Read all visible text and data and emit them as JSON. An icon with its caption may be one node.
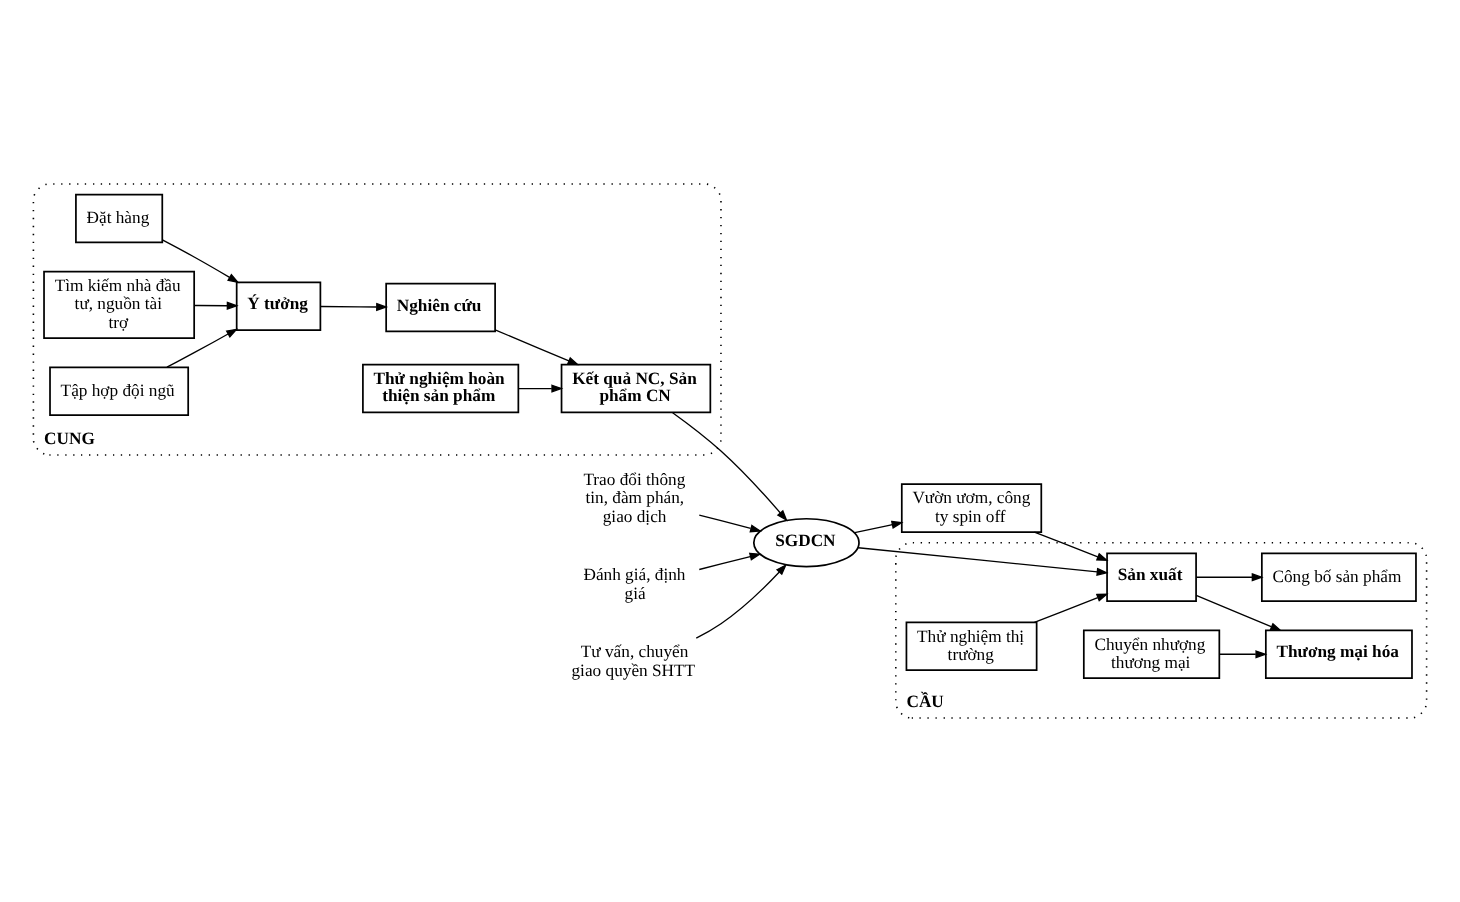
{
  "diagram": {
    "nodes": [
      {
        "text": [
          "CUNG"
        ]
      },
      {
        "text": [
          "Đặt hàng"
        ],
        "in": 0
      },
      {
        "text": [
          "Tìm kiếm nhà đầu tư, nguồn tài trợ"
        ],
        "in": 0
      },
      {
        "text": [
          "Tập hợp đội ngũ"
        ],
        "in": 0
      },
      {
        "text": [
          "Ý tưởng"
        ],
        "in": 0
      },
      {
        "text": [
          "Nghiên cứu"
        ],
        "in": 0
      },
      {
        "text": [
          "Thử nghiệm hoàn thiện sản phẩm"
        ],
        "in": 0
      },
      {
        "text": [
          "Kết quả NC, Sản phẩm CN"
        ],
        "in": 0
      },
      {
        "text": [
          "SGDCN"
        ]
      },
      {
        "text": [
          "Vườn ươm, công ty spin off"
        ]
      },
      {
        "text": [
          "CẦU"
        ]
      },
      {
        "text": [
          "Thử nghiệm thị trường"
        ],
        "in": 10
      },
      {
        "text": [
          "Sản xuất"
        ],
        "in": 10
      },
      {
        "text": [
          "Công bố sản phẩm"
        ],
        "in": 10
      },
      {
        "text": [
          "Chuyển nhượng thương mại"
        ],
        "in": 10
      },
      {
        "text": [
          "Thương mại hóa"
        ],
        "in": 10
      },
      {
        "text": [
          "Trao đổi thông tin, đàm phán, giao dịch"
        ]
      },
      {
        "text": [
          "Đánh giá, định giá"
        ]
      },
      {
        "text": [
          "Tư vấn, chuyển giao quyền SHTT"
        ]
      }
    ],
    "edges": [
      {
        "from": 1,
        "to": 4,
        "arrow": "to"
      },
      {
        "from": 2,
        "to": 4,
        "arrow": "to"
      },
      {
        "from": 3,
        "to": 4,
        "arrow": "to"
      },
      {
        "from": 4,
        "to": 5,
        "arrow": "to"
      },
      {
        "from": 5,
        "to": 7,
        "arrow": "to"
      },
      {
        "from": 6,
        "to": 7,
        "arrow": "to"
      },
      {
        "from": 7,
        "to": 8,
        "arrow": "to"
      },
      {
        "from": 16,
        "to": 8,
        "arrow": "to"
      },
      {
        "from": 17,
        "to": 8,
        "arrow": "to"
      },
      {
        "from": 18,
        "to": 8,
        "arrow": "to"
      },
      {
        "from": 8,
        "to": 9,
        "arrow": "to"
      },
      {
        "from": 8,
        "to": 12,
        "arrow": "to"
      },
      {
        "from": 9,
        "to": 12,
        "arrow": "to"
      },
      {
        "from": 11,
        "to": 12,
        "arrow": "to"
      },
      {
        "from": 12,
        "to": 13,
        "arrow": "to"
      },
      {
        "from": 12,
        "to": 15,
        "arrow": "to"
      },
      {
        "from": 14,
        "to": 15,
        "arrow": "to"
      }
    ]
  }
}
